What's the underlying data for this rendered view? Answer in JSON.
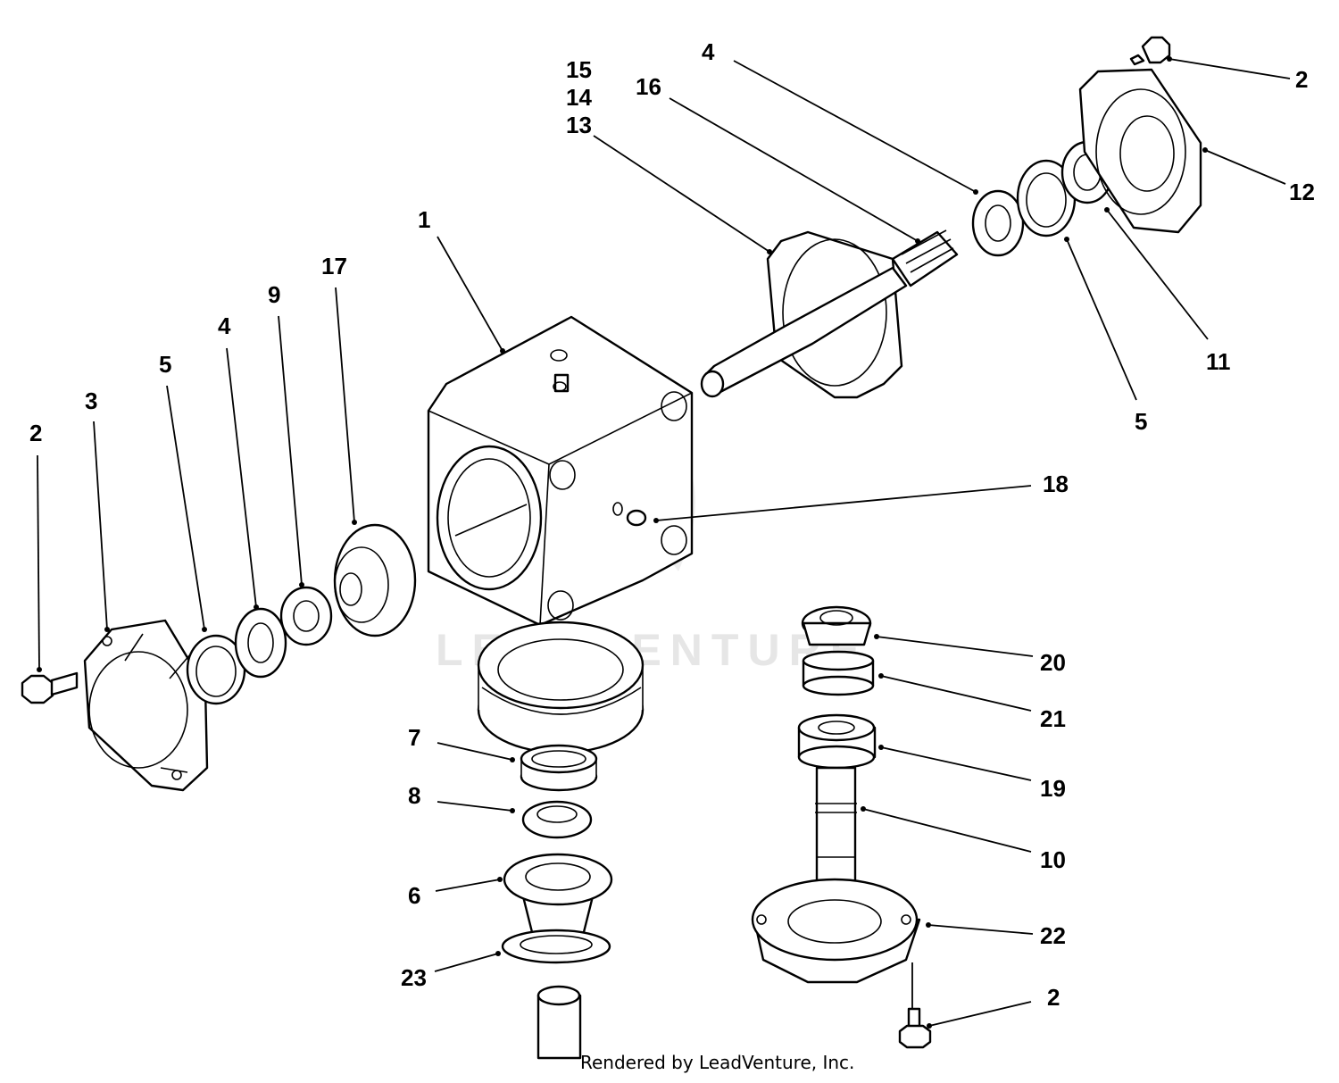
{
  "watermark": "LEADVENTURE",
  "credit": "Rendered by LeadVenture, Inc.",
  "callouts": [
    {
      "id": "c15",
      "text": "15"
    },
    {
      "id": "c14",
      "text": "14"
    },
    {
      "id": "c13",
      "text": "13"
    },
    {
      "id": "c16",
      "text": "16"
    },
    {
      "id": "c4a",
      "text": "4"
    },
    {
      "id": "c2a",
      "text": "2"
    },
    {
      "id": "c12",
      "text": "12"
    },
    {
      "id": "c11",
      "text": "11"
    },
    {
      "id": "c5a",
      "text": "5"
    },
    {
      "id": "c1",
      "text": "1"
    },
    {
      "id": "c17",
      "text": "17"
    },
    {
      "id": "c9",
      "text": "9"
    },
    {
      "id": "c4b",
      "text": "4"
    },
    {
      "id": "c5b",
      "text": "5"
    },
    {
      "id": "c3",
      "text": "3"
    },
    {
      "id": "c2b",
      "text": "2"
    },
    {
      "id": "c18",
      "text": "18"
    },
    {
      "id": "c20",
      "text": "20"
    },
    {
      "id": "c21",
      "text": "21"
    },
    {
      "id": "c19",
      "text": "19"
    },
    {
      "id": "c10",
      "text": "10"
    },
    {
      "id": "c22",
      "text": "22"
    },
    {
      "id": "c2c",
      "text": "2"
    },
    {
      "id": "c7",
      "text": "7"
    },
    {
      "id": "c8",
      "text": "8"
    },
    {
      "id": "c6",
      "text": "6"
    },
    {
      "id": "c23",
      "text": "23"
    }
  ]
}
